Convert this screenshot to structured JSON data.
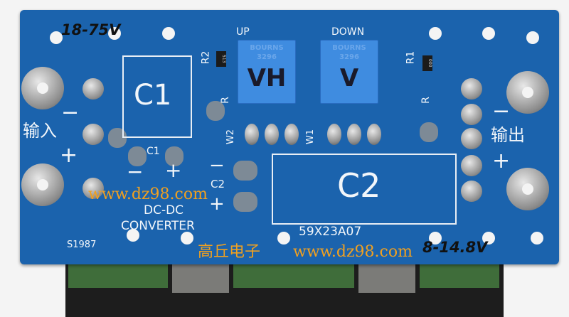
{
  "silkscreen": {
    "c1_big": "C1",
    "c1_small": "C1",
    "c2_big": "C2",
    "c2_small": "C2",
    "input": "输入",
    "output": "输出",
    "up": "UP",
    "down": "DOWN",
    "r1": "R1",
    "r2": "R2",
    "r": "R",
    "w1": "W1",
    "w2": "W2",
    "dcdc": "DC-DC",
    "converter": "CONVERTER",
    "serial": "S1987",
    "board_id": "59X23A07",
    "minus": "−",
    "plus": "+"
  },
  "handwriting": {
    "input_voltage": "18-75V",
    "output_voltage": "8-14.8V",
    "trim1": "VH",
    "trim2": "V"
  },
  "trimmers": {
    "brand": "BOURNS",
    "model": "3296"
  },
  "resistors": {
    "r2_code": "513",
    "r1_code": "000"
  },
  "watermark": {
    "text1": "高丘电子",
    "text2": "www.dz98.com",
    "text3": "www.dz98.com"
  },
  "colors": {
    "board": "#1b63ad",
    "trimmer": "#3f8ce0",
    "watermark": "#f0a020"
  }
}
